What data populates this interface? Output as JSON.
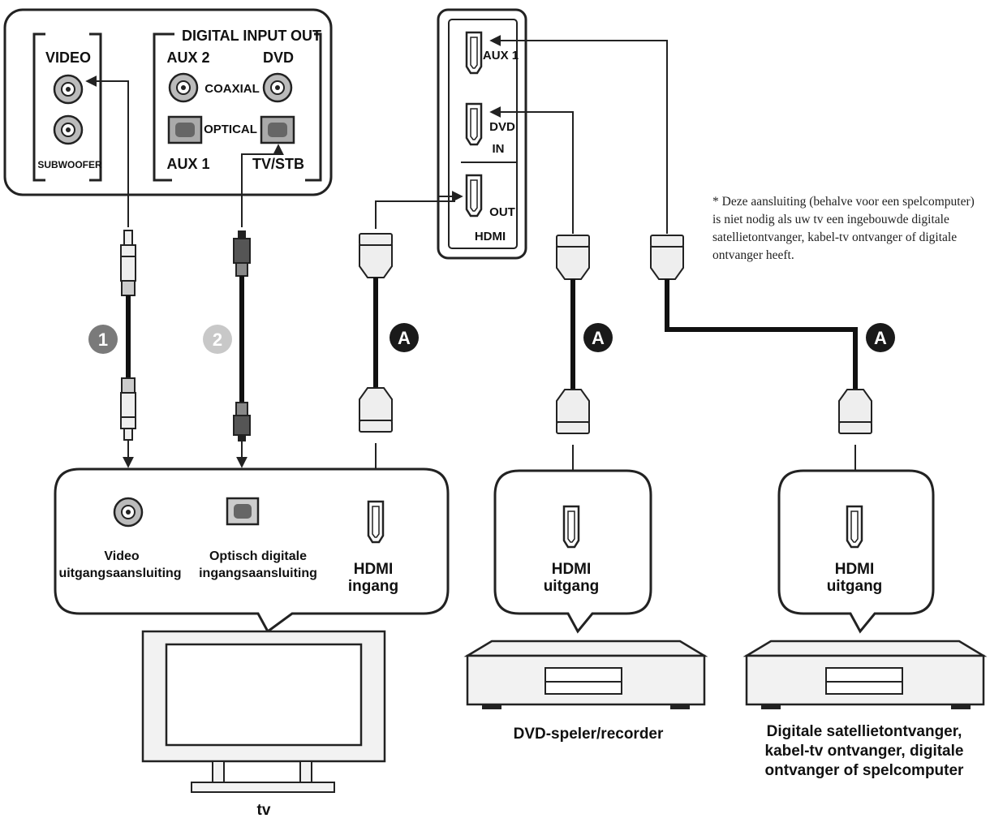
{
  "receiver": {
    "video_label": "VIDEO",
    "subwoofer_label": "SUBWOOFER",
    "digital_input_label": "DIGITAL INPUT",
    "digital_out_label": "OUT",
    "aux2_label": "AUX 2",
    "dvd_label": "DVD",
    "coaxial_label": "COAXIAL",
    "optical_label": "OPTICAL",
    "aux1_label": "AUX 1",
    "tvstb_label": "TV/STB"
  },
  "hdmi_panel": {
    "aux1_label": "AUX 1",
    "dvd_label": "DVD",
    "in_label": "IN",
    "out_label": "OUT",
    "hdmi_label": "HDMI"
  },
  "cable_markers": {
    "video_cable": "1",
    "optical_cable": "2",
    "hdmi_tv": "A",
    "hdmi_dvd": "A",
    "hdmi_sat": "A"
  },
  "tv_box": {
    "video_line1": "Video",
    "video_line2": "uitgangsaansluiting",
    "optical_line1": "Optisch digitale",
    "optical_line2": "ingangsaansluiting",
    "hdmi_line1": "HDMI",
    "hdmi_line2": "ingang"
  },
  "dvd_box": {
    "hdmi_line1": "HDMI",
    "hdmi_line2": "uitgang"
  },
  "sat_box": {
    "hdmi_line1": "HDMI",
    "hdmi_line2": "uitgang"
  },
  "note": "* Deze aansluiting (behalve voor een spelcomputer) is niet nodig als uw tv een ingebouwde digitale satellietontvanger, kabel-tv ontvanger of digitale ontvanger heeft.",
  "captions": {
    "tv": "tv",
    "dvd": "DVD-speler/recorder",
    "sat_line1": "Digitale satellietontvanger,",
    "sat_line2": "kabel-tv ontvanger, digitale",
    "sat_line3": "ontvanger of spelcomputer"
  },
  "colors": {
    "line": "#222222",
    "marker_dark": "#1a1a1a",
    "marker_grey1": "#7a7a7a",
    "marker_grey2": "#c8c8c8",
    "plug_fill": "#eeeeee",
    "device_fill": "#f2f2f2"
  }
}
